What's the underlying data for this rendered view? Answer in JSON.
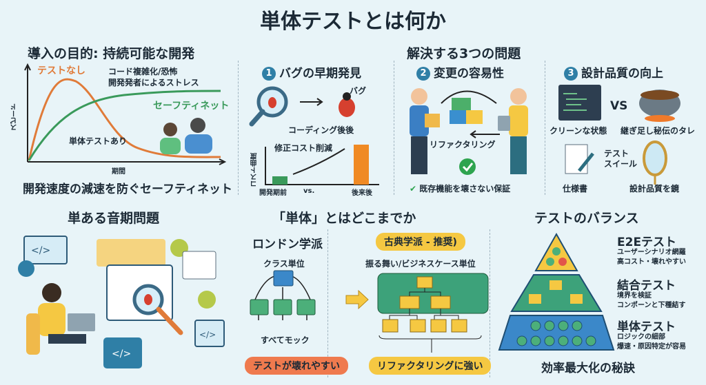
{
  "title": "単体テストとは何か",
  "purpose": {
    "heading": "導入の目的: 持続可能な開発",
    "no_test": "テストなし",
    "stress_line1": "コード複雑化/恐怖",
    "stress_line2": "開発発者によるストレス",
    "safety_net": "セーフティネット",
    "with_test": "単体テストあり",
    "y_axis": "スピード",
    "x_axis": "期間",
    "caption": "開発速度の減速を防ぐセーフティネット",
    "colors": {
      "no_test": "#e07b39",
      "with_test": "#3a9a5b"
    }
  },
  "problems": {
    "heading": "解決する3つの問題",
    "p1": {
      "num": "1",
      "title": "バグの早期発見",
      "bug": "バグ",
      "after_coding": "コーディング後後",
      "cost_reduce": "修正コスト削減",
      "y_axis": "コスト曲度",
      "before": "開発期前",
      "vs": "vs.",
      "after": "後来後"
    },
    "p2": {
      "num": "2",
      "title": "変更の容易性",
      "refactoring": "リファクタリング",
      "guarantee": "既存機能を壊さない保証"
    },
    "p3": {
      "num": "3",
      "title": "設計品質の向上",
      "clean": "クリーンな状態",
      "vs": "VS",
      "sauce": "継ぎ足し秘伝のタレ",
      "test_line1": "テスト",
      "test_line2": "スイール",
      "spec": "仕様書",
      "mirror": "設計品質を鏡"
    }
  },
  "issues": {
    "heading": "単ある音期問題"
  },
  "scope": {
    "heading": "「単体」とはどこまでか",
    "london": "ロンドン学派",
    "class_unit": "クラス単位",
    "all_mock": "すべてモック",
    "fragile": "テストが壊れやすい",
    "classic": "古典学派 - 推奨)",
    "behavior_unit": "振る舞い/ビジネスケース単位",
    "robust": "リファクタリングに強い"
  },
  "balance": {
    "heading": "テストのバランス",
    "e2e": {
      "title": "E2Eテスト",
      "line1": "ユーザーシナリオ網羅",
      "line2": "高コスト・壊れやすい"
    },
    "integration": {
      "title": "結合テスト",
      "line1": "境界を検証",
      "line2": "コンポーンと下種結す"
    },
    "unit": {
      "title": "単体テスト",
      "line1": "ロジックの細部",
      "line2": "爆速・原因特定が容易"
    },
    "footer": "効率最大化の秘訣"
  }
}
